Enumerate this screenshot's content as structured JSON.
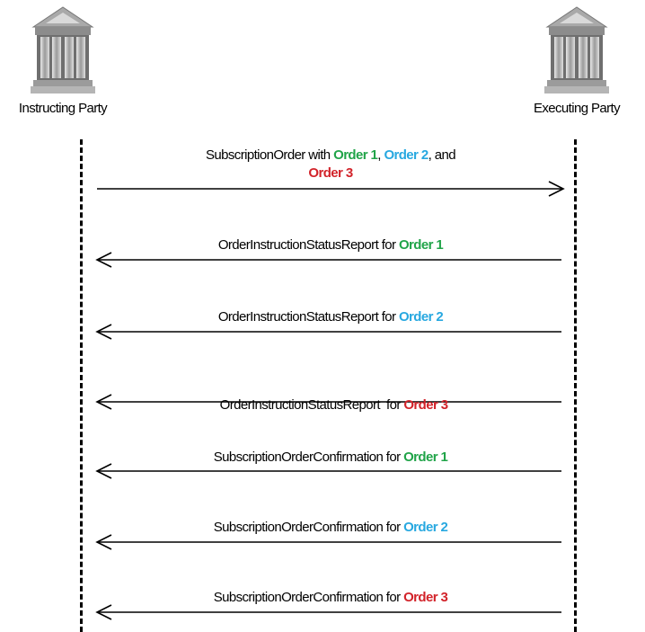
{
  "parties": {
    "left": {
      "label": "Instructing Party",
      "icon": "bank-building-icon"
    },
    "right": {
      "label": "Executing Party",
      "icon": "bank-building-icon"
    }
  },
  "colors": {
    "green": "#21a449",
    "blue": "#28a8e0",
    "red": "#d2232a",
    "icon_gray": "#8a8a8a"
  },
  "messages": [
    {
      "direction": "left-to-right",
      "prefix": "SubscriptionOrder with ",
      "orders": [
        "Order 1",
        "Order 2",
        "Order 3"
      ],
      "sep1": ", ",
      "sep2": ", and",
      "colors": [
        "green",
        "blue",
        "red"
      ]
    },
    {
      "direction": "right-to-left",
      "prefix": "OrderInstructionStatusReport for ",
      "order": "Order 1",
      "color": "green"
    },
    {
      "direction": "right-to-left",
      "prefix": "OrderInstructionStatusReport for ",
      "order": "Order 2",
      "color": "blue"
    },
    {
      "direction": "right-to-left",
      "prefix": "OrderInstructionStatusReport  for ",
      "order": "Order 3",
      "color": "red"
    },
    {
      "direction": "right-to-left",
      "prefix": "SubscriptionOrderConfirmation for ",
      "order": "Order 1",
      "color": "green"
    },
    {
      "direction": "right-to-left",
      "prefix": "SubscriptionOrderConfirmation for ",
      "order": "Order 2",
      "color": "blue"
    },
    {
      "direction": "right-to-left",
      "prefix": "SubscriptionOrderConfirmation for ",
      "order": "Order 3",
      "color": "red"
    }
  ]
}
